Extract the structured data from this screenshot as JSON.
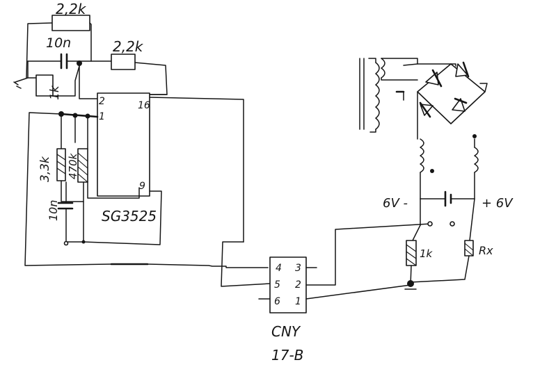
{
  "labels": {
    "r_top": "2,2k",
    "c_top": "10n",
    "r_mid": "2,2k",
    "r_left": "1k",
    "pin2": "2",
    "pin1": "1",
    "pin16": "16",
    "pin9": "9",
    "r_33k": "3,3k",
    "r_470k": "470k",
    "c_bottom": "10n",
    "ic_name": "SG3525",
    "bat_neg": "6V -",
    "bat_pos": "+ 6V",
    "r_1k": "1k",
    "r_x": "Rx",
    "opto_pin4": "4",
    "opto_pin3": "3",
    "opto_pin5": "5",
    "opto_pin2": "2",
    "opto_pin6": "6",
    "opto_pin1": "1",
    "opto_name_line1": "CNY",
    "opto_name_line2": "17-B"
  }
}
